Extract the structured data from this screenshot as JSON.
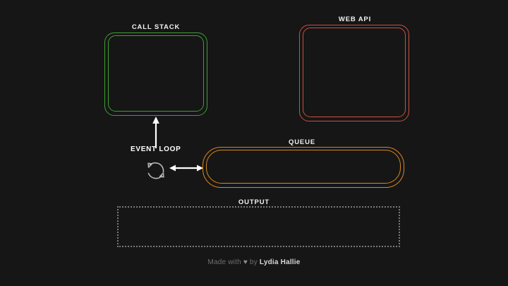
{
  "app": {
    "background_color": "#161616"
  },
  "sections": {
    "call_stack": {
      "title": "CALL STACK",
      "accent_color": "#3f9e35",
      "items": []
    },
    "web_api": {
      "title": "WEB API",
      "accent_color": "#c8503f",
      "items": []
    },
    "queue": {
      "title": "QUEUE",
      "accent_color": "#d9881f",
      "items": []
    },
    "output": {
      "title": "OUTPUT",
      "border_color": "#7a7a7a",
      "lines": []
    }
  },
  "event_loop": {
    "label": "EVENT LOOP",
    "icon": "loop-arrows-icon",
    "arrow_up_name": "arrow-up-to-call-stack",
    "arrow_side_name": "arrow-双-to-queue"
  },
  "footer": {
    "prefix": "Made with",
    "heart": "♥",
    "middle": "by",
    "author": "Lydia Hallie"
  }
}
